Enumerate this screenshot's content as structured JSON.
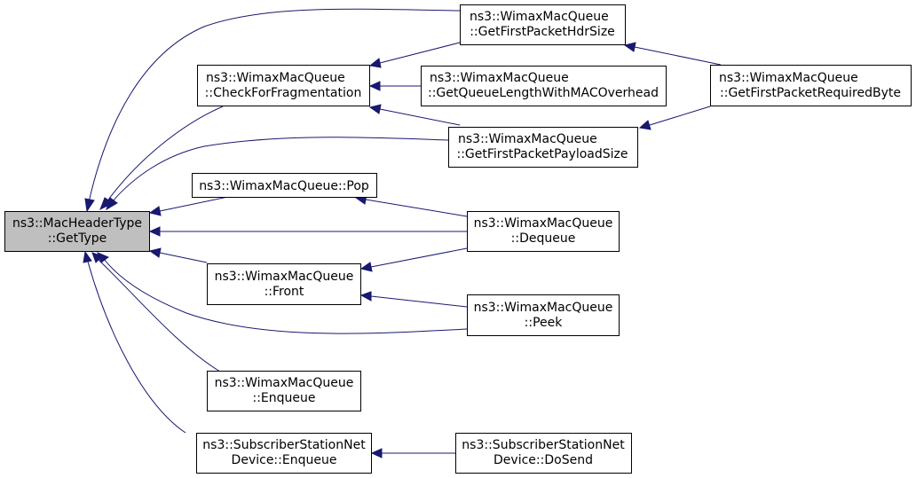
{
  "colors": {
    "edge": "#191970",
    "root_fill": "#bfbfbf",
    "node_fill": "#ffffff",
    "border": "#000000"
  },
  "nodes": {
    "root": {
      "line1": "ns3::MacHeaderType",
      "line2": "::GetType"
    },
    "check_frag": {
      "line1": "ns3::WimaxMacQueue",
      "line2": "::CheckForFragmentation"
    },
    "hdr_size": {
      "line1": "ns3::WimaxMacQueue",
      "line2": "::GetFirstPacketHdrSize"
    },
    "queue_len": {
      "line1": "ns3::WimaxMacQueue",
      "line2": "::GetQueueLengthWithMACOverhead"
    },
    "payload_size": {
      "line1": "ns3::WimaxMacQueue",
      "line2": "::GetFirstPacketPayloadSize"
    },
    "required_byte": {
      "line1": "ns3::WimaxMacQueue",
      "line2": "::GetFirstPacketRequiredByte"
    },
    "pop": {
      "line1": "ns3::WimaxMacQueue::Pop"
    },
    "dequeue": {
      "line1": "ns3::WimaxMacQueue",
      "line2": "::Dequeue"
    },
    "front": {
      "line1": "ns3::WimaxMacQueue",
      "line2": "::Front"
    },
    "peek": {
      "line1": "ns3::WimaxMacQueue",
      "line2": "::Peek"
    },
    "mq_enqueue": {
      "line1": "ns3::WimaxMacQueue",
      "line2": "::Enqueue"
    },
    "ss_enqueue": {
      "line1": "ns3::SubscriberStationNet",
      "line2": "Device::Enqueue"
    },
    "ss_dosend": {
      "line1": "ns3::SubscriberStationNet",
      "line2": "Device::DoSend"
    }
  },
  "edges": [
    {
      "from": "check_frag",
      "to": "root"
    },
    {
      "from": "hdr_size",
      "to": "root"
    },
    {
      "from": "payload_size",
      "to": "root"
    },
    {
      "from": "pop",
      "to": "root"
    },
    {
      "from": "dequeue",
      "to": "root"
    },
    {
      "from": "front",
      "to": "root"
    },
    {
      "from": "peek",
      "to": "root"
    },
    {
      "from": "mq_enqueue",
      "to": "root"
    },
    {
      "from": "ss_enqueue",
      "to": "root"
    },
    {
      "from": "hdr_size",
      "to": "check_frag"
    },
    {
      "from": "queue_len",
      "to": "check_frag"
    },
    {
      "from": "payload_size",
      "to": "check_frag"
    },
    {
      "from": "required_byte",
      "to": "hdr_size"
    },
    {
      "from": "required_byte",
      "to": "payload_size"
    },
    {
      "from": "dequeue",
      "to": "pop"
    },
    {
      "from": "dequeue",
      "to": "front"
    },
    {
      "from": "peek",
      "to": "front"
    },
    {
      "from": "ss_dosend",
      "to": "ss_enqueue"
    }
  ]
}
